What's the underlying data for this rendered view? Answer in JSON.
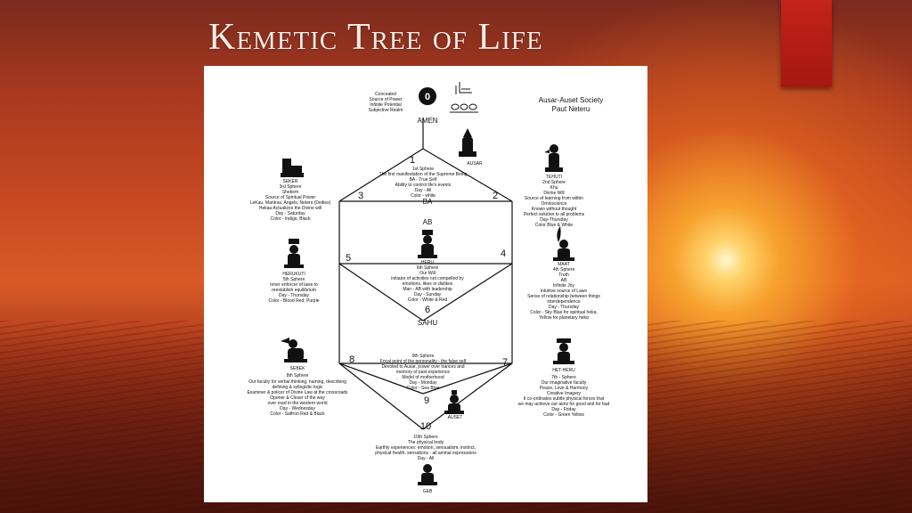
{
  "slide": {
    "title": "Kemetic Tree of Life",
    "colors": {
      "bookmark": "#b81c14",
      "title": "#f4ece4",
      "panel": "#ffffff"
    }
  },
  "diagram": {
    "society": [
      "Ausar-Auset Society",
      "Paut Neteru"
    ],
    "sphere0": {
      "number": "0",
      "label": "AMEN",
      "lines": [
        "Concealed",
        "Source of Power",
        "Infinite Potential",
        "Subjective Realm"
      ]
    },
    "sphere1": {
      "number": "1",
      "deity": "AUSAR",
      "lines": [
        "1st Sphere",
        "The first manifestation of the Supreme Being",
        "BA - True Self",
        "Ability to control life's events",
        "Day - All",
        "Color - white"
      ]
    },
    "sphere2": {
      "number": "2",
      "deity": "TEHUTI",
      "lines": [
        "2nd Sphere",
        "Khu",
        "Divine Will",
        "Source of learning from within",
        "Omniscience",
        "Known without thought",
        "Perfect solution to all problems",
        "Day-Thursday",
        "Color Blue & White"
      ]
    },
    "sphere3": {
      "number": "3",
      "deity": "SEKER",
      "lines": [
        "3rd Sphere",
        "Shekem",
        "Source of Spiritual Power",
        "LeKau, Mantras, Angels, Neters (Deities)",
        "Hekau Actualizes the Divine will",
        "Day - Saturday",
        "Color - Indigo, Black"
      ]
    },
    "ba_label": "BA",
    "sphere4": {
      "number": "4",
      "deity": "MAAT",
      "lines": [
        "4th Sphere",
        "Truth",
        "AB",
        "Infinite Joy",
        "intuitive source of Laws",
        "Sense of relationship between things",
        "interdependence",
        "Day - Thursday",
        "Color - Sky Blue for spiritual heka,",
        "Yellow for planetary heka"
      ]
    },
    "sphere5": {
      "number": "5",
      "deity": "HERUKUTI",
      "lines": [
        "5th Sphere",
        "Inner enforcer of laws to",
        "reestablish equilibrium",
        "Day - Thursday",
        "Color - Blood Red, Purple"
      ]
    },
    "sphere6": {
      "number": "6",
      "ab_label": "AB",
      "deity": "HERU",
      "sahu_label": "SAHU",
      "lines": [
        "6th Sphere",
        "Our Will",
        "initiator of activities not compelled by",
        "emotions, likes or dislikes",
        "Man - AB with leadership",
        "Day - Sunday",
        "Color - White & Red"
      ]
    },
    "sphere7": {
      "number": "7",
      "deity": "HET-HERU",
      "lines": [
        "7th - Sphere",
        "Our imaginative faculty",
        "Peace, Love & Harmony",
        "Creative Imagery",
        "It co-ordinates subtle physical forces that",
        "we may achieve our aims for good and for bad",
        "Day - Friday",
        "Color - Green Yellow"
      ]
    },
    "sphere8": {
      "number": "8",
      "deity": "SEBEK",
      "lines": [
        "8th Sphere",
        "Our faculty for verbal thinking, naming, describing",
        "defining & syllogistic logic",
        "Examiner & policer of Divine Law at the crossroads",
        "Opener & Closer of the way",
        "over road in the western world",
        "Day - Wednesday",
        "Color - Saffron Red & Black"
      ]
    },
    "sphere9": {
      "number": "9",
      "deity": "AUSET",
      "lines": [
        "9th Sphere",
        "Focal point of the personality - the false self",
        "Devoted to Ausar, power over trances and",
        "memory of past experience",
        "Model of motherhood",
        "Day - Monday",
        "Color - Sea Blue"
      ]
    },
    "sphere10": {
      "number": "10",
      "deity": "GEB",
      "lines": [
        "10th Sphere",
        "The physical body",
        "Earthly experiences: emotion, sensualism, instinct,",
        "physical health, sensations - all animal expressions",
        "Day - All"
      ]
    }
  }
}
